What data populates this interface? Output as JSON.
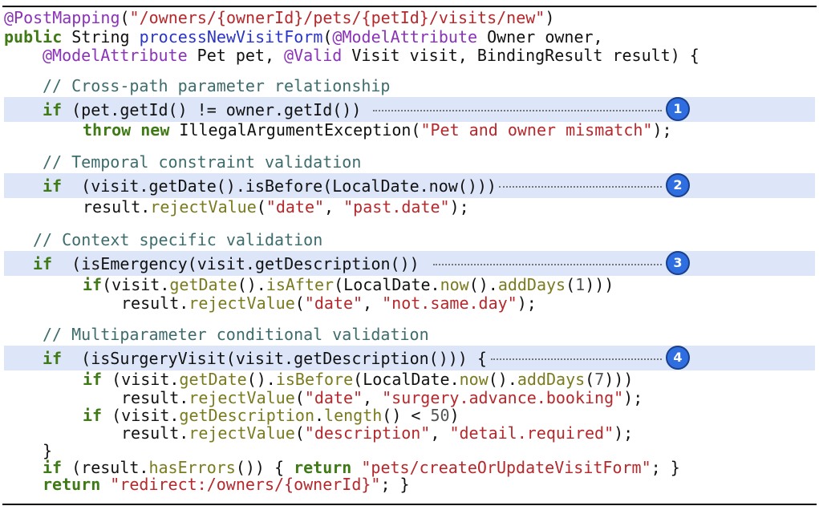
{
  "code": {
    "l1": {
      "ann": "@PostMapping",
      "p1": "(",
      "str": "\"/owners/{ownerId}/pets/{petId}/visits/new\"",
      "p2": ")"
    },
    "l2": {
      "kw": "public",
      "t1": " String ",
      "fn": "processNewVisitForm",
      "t2": "(",
      "ann": "@ModelAttribute",
      "t3": " Owner owner,"
    },
    "l3": {
      "ann1": "@ModelAttribute",
      "t1": " Pet pet, ",
      "ann2": "@Valid",
      "t2": " Visit visit, BindingResult result) {"
    },
    "c1": "// Cross-path parameter relationship",
    "l4": {
      "kw": "if",
      "t": " (pet.getId() != owner.getId())"
    },
    "l5": {
      "kw1": "throw",
      "sp": " ",
      "kw2": "new",
      "t1": " IllegalArgumentException(",
      "str": "\"Pet and owner mismatch\"",
      "t2": ");"
    },
    "c2": "// Temporal constraint validation",
    "l6": {
      "kw": "if",
      "t": "  (visit.getDate().isBefore(LocalDate.now()))"
    },
    "l7": {
      "t1": "result.",
      "m": "rejectValue",
      "t2": "(",
      "s1": "\"date\"",
      "t3": ", ",
      "s2": "\"past.date\"",
      "t4": ");"
    },
    "c3": "// Context specific validation",
    "l8": {
      "kw": "if",
      "t": "  (isEmergency(visit.getDescription())"
    },
    "l9": {
      "kw": "if",
      "t1": "(visit.",
      "m1": "getDate",
      "t2": "().",
      "m2": "isAfter",
      "t3": "(LocalDate.",
      "m3": "now",
      "t4": "().",
      "m4": "addDays",
      "t5": "(",
      "n": "1",
      "t6": ")))"
    },
    "l10": {
      "t1": "result.",
      "m": "rejectValue",
      "t2": "(",
      "s1": "\"date\"",
      "t3": ", ",
      "s2": "\"not.same.day\"",
      "t4": ");"
    },
    "c4": "// Multiparameter conditional validation",
    "l11": {
      "kw": "if",
      "t": "  (isSurgeryVisit(visit.getDescription())) {"
    },
    "l12": {
      "kw": "if",
      "t1": " (visit.",
      "m1": "getDate",
      "t2": "().",
      "m2": "isBefore",
      "t3": "(LocalDate.",
      "m3": "now",
      "t4": "().",
      "m4": "addDays",
      "t5": "(",
      "n": "7",
      "t6": ")))"
    },
    "l13": {
      "t1": "result.",
      "m": "rejectValue",
      "t2": "(",
      "s1": "\"date\"",
      "t3": ", ",
      "s2": "\"surgery.advance.booking\"",
      "t4": ");"
    },
    "l14": {
      "kw": "if",
      "t1": " (visit.",
      "m1": "getDescription",
      "t2": ".",
      "m2": "length",
      "t3": "() < ",
      "n": "50",
      "t4": ")"
    },
    "l15": {
      "t1": "result.",
      "m": "rejectValue",
      "t2": "(",
      "s1": "\"description\"",
      "t3": ", ",
      "s2": "\"detail.required\"",
      "t4": ");"
    },
    "l16": "}",
    "l17": {
      "kw1": "if",
      "t1": " (result.",
      "m": "hasErrors",
      "t2": "()) { ",
      "kw2": "return",
      "t3": " ",
      "str": "\"pets/createOrUpdateVisitForm\"",
      "t4": "; }"
    },
    "l18": {
      "kw": "return",
      "t1": " ",
      "str": "\"redirect:/owners/{ownerId}\"",
      "t2": "; }"
    }
  },
  "markers": [
    "1",
    "2",
    "3",
    "4"
  ],
  "colors": {
    "keyword": "#3f7a16",
    "annotation": "#8a32b8",
    "string": "#b5282c",
    "method_decl": "#2a35c8",
    "method_call": "#7a7a1e",
    "comment": "#3d6c6c",
    "highlight": "#dde6f8",
    "marker": "#2e6ee0"
  }
}
